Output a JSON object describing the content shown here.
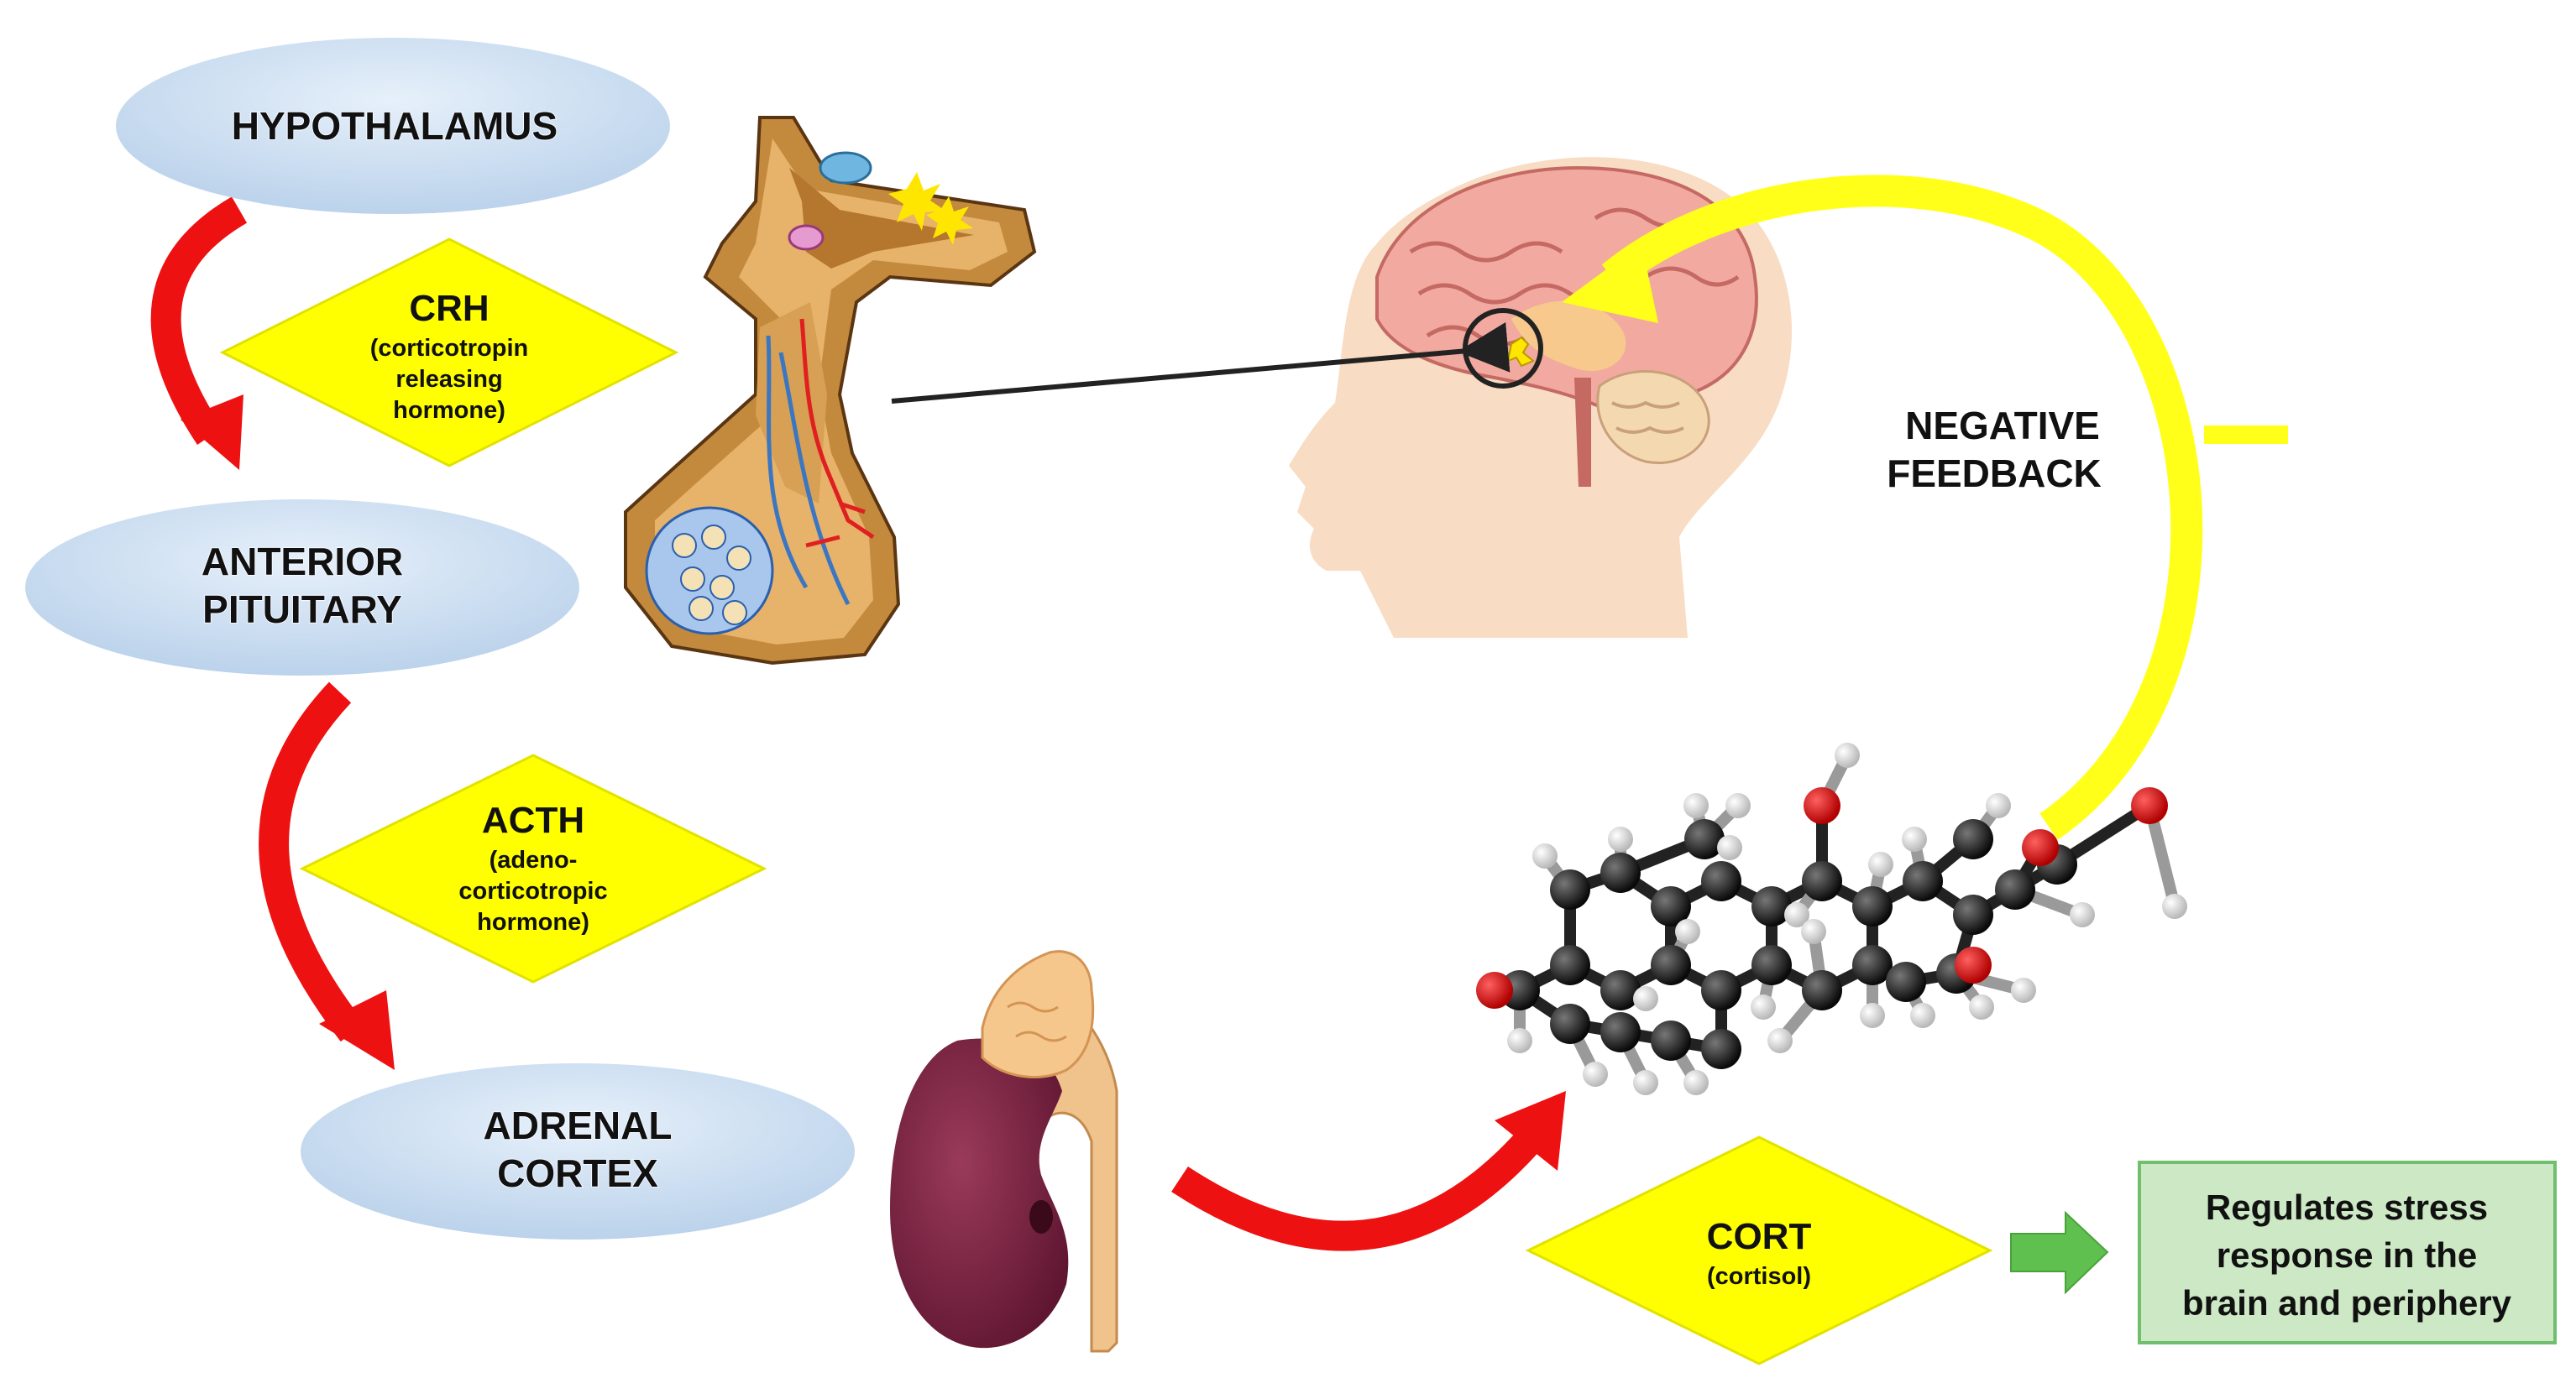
{
  "nodes": {
    "hypothalamus": "HYPOTHALAMUS",
    "anterior_pituitary": [
      "ANTERIOR",
      "PITUITARY"
    ],
    "adrenal_cortex": [
      "ADRENAL",
      "CORTEX"
    ]
  },
  "hormones": {
    "crh": {
      "name": "CRH",
      "desc": [
        "(corticotropin",
        "releasing",
        "hormone)"
      ]
    },
    "acth": {
      "name": "ACTH",
      "desc": [
        "(adeno-",
        "corticotropic",
        "hormone)"
      ]
    },
    "cort": {
      "name": "CORT",
      "desc": [
        "(cortisol)"
      ]
    }
  },
  "feedback": {
    "label": [
      "NEGATIVE",
      "FEEDBACK"
    ],
    "sign": "–"
  },
  "outcome": {
    "text": [
      "Regulates stress",
      "response in the",
      "brain and periphery"
    ]
  },
  "colors": {
    "oval_fill": "#c9dcef",
    "diamond_fill": "#ffff00",
    "arrow_red": "#ee1111",
    "feedback_yellow": "#ffff1a",
    "outcome_box_fill": "#cce8c4",
    "outcome_box_border": "#6fbf6f",
    "outcome_arrow": "#5fc04f"
  },
  "icons": [
    "pituitary-gland-illustration",
    "brain-head-illustration",
    "kidney-adrenal-illustration",
    "cortisol-molecule-model"
  ]
}
